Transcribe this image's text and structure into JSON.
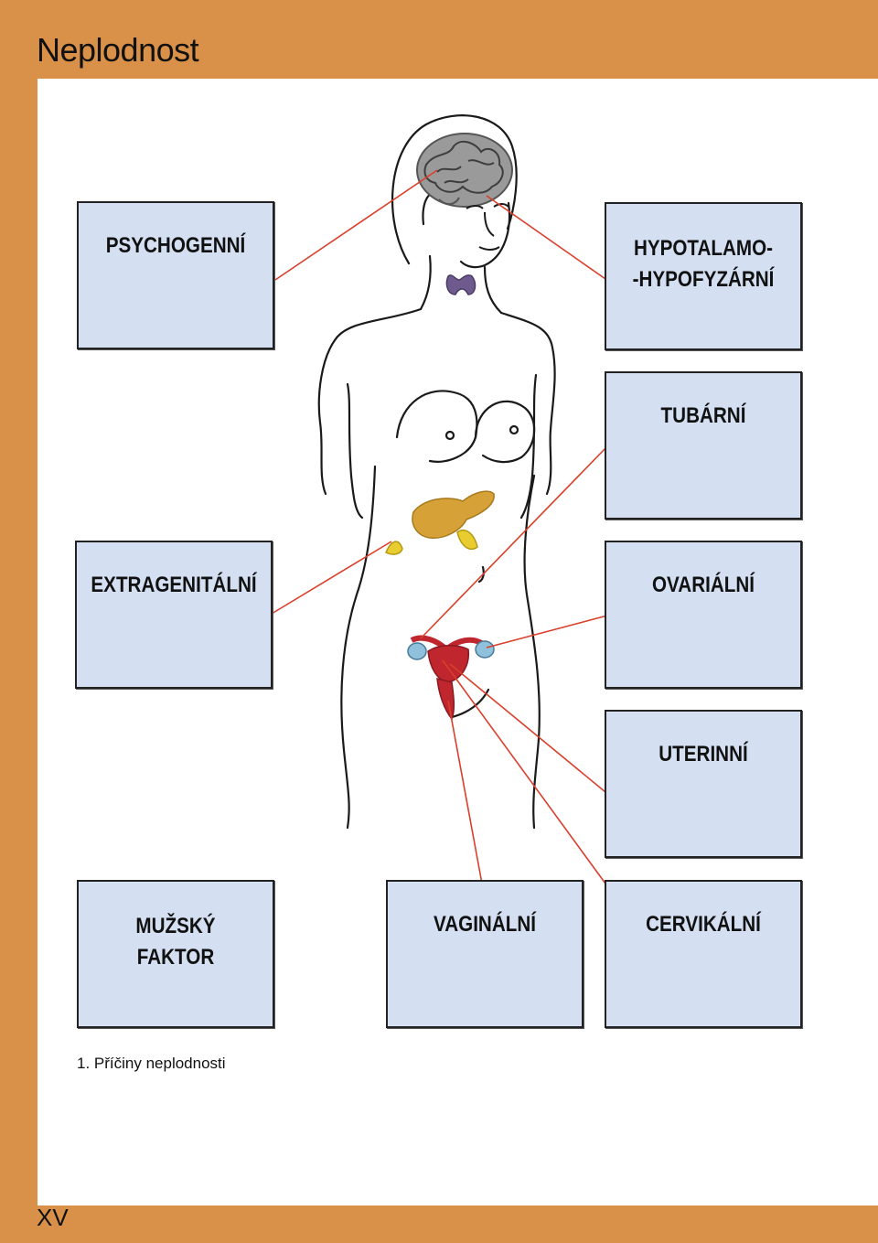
{
  "page": {
    "title": "Neplodnost",
    "number": "XV",
    "caption": "1. Příčiny neplodnosti"
  },
  "boxes": {
    "psychogenni": "PSYCHOGENNÍ",
    "hypotalamo_1": "HYPOTALAMO-",
    "hypotalamo_2": "-HYPOFYZÁRNÍ",
    "tubarni": "TUBÁRNÍ",
    "extragenitalni": "EXTRAGENITÁLNÍ",
    "ovarialni": "OVARIÁLNÍ",
    "uterinni": "UTERINNÍ",
    "muzsky_1": "MUŽSKÝ",
    "muzsky_2": "FAKTOR",
    "vaginalni": "VAGINÁLNÍ",
    "cervikalni": "CERVIKÁLNÍ"
  },
  "colors": {
    "band": "#d99149",
    "box_fill": "#d4e0f2",
    "leader_line": "#d9402b",
    "brain": "#8a8a8a",
    "thyroid": "#6e5a8c",
    "pancreas": "#d6a238",
    "adrenal": "#e8cc30",
    "uterus": "#c0262e",
    "ovary": "#8fc0dc"
  }
}
